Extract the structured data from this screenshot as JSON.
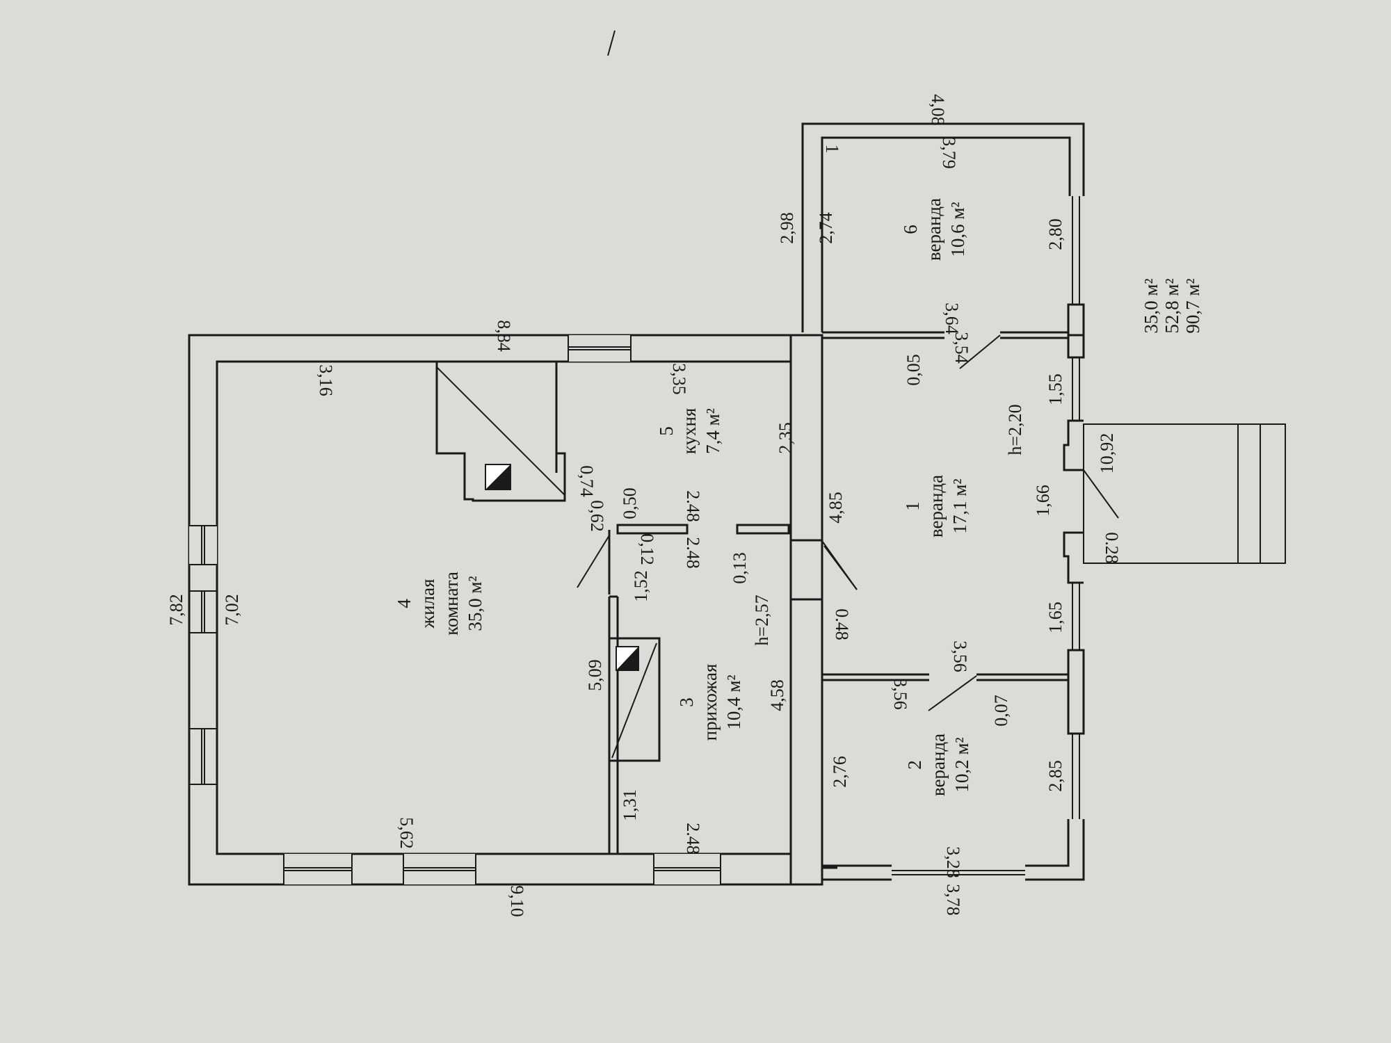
{
  "rooms": [
    {
      "num": "1",
      "name": "веранда",
      "area": "17,1 м²"
    },
    {
      "num": "2",
      "name": "веранда",
      "area": "10,2 м²"
    },
    {
      "num": "3",
      "name": "прихожая",
      "area": "10,4 м²"
    },
    {
      "num": "4",
      "name1": "жилая",
      "name2": "комната",
      "area": "35,0 м²"
    },
    {
      "num": "5",
      "name": "кухня",
      "area": "7,4 м²"
    },
    {
      "num": "6",
      "name": "веранда",
      "area": "10,6 м²"
    }
  ],
  "dims": {
    "d884": "8,84",
    "d910": "9,10",
    "d782": "7,82",
    "d702": "7,02",
    "d316": "3,16",
    "d562": "5,62",
    "d335": "3,35",
    "d235": "2,35",
    "d248a": "2.48",
    "d248b": "2.48",
    "d248c": "2.48",
    "d074": "0,74",
    "d062": "0,62",
    "d050": "0,50",
    "d012": "0,12",
    "d013": "0,13",
    "d152": "1,52",
    "d509": "5,09",
    "d131": "1,31",
    "d458": "4,58",
    "h257": "h=2,57",
    "d485": "4,85",
    "d048": "0.48",
    "d408": "4,08",
    "d379": "3,79",
    "d298": "2,98",
    "d274": "2,74",
    "d280": "2,80",
    "d364": "3,64",
    "d354": "3,54",
    "d005": "0,05",
    "d155": "1,55",
    "h220": "h=2,20",
    "d166": "1,66",
    "d1092": "10,92",
    "d028": "0.28",
    "d165": "1,65",
    "d356a": "3,56",
    "d356b": "3,56",
    "d007": "0,07",
    "d276": "2,76",
    "d285": "2,85",
    "d328": "3,28",
    "d378": "3,78",
    "d1": "1"
  },
  "totals": [
    "35,0 м²",
    "52,8 м²",
    "90,7 м²"
  ]
}
